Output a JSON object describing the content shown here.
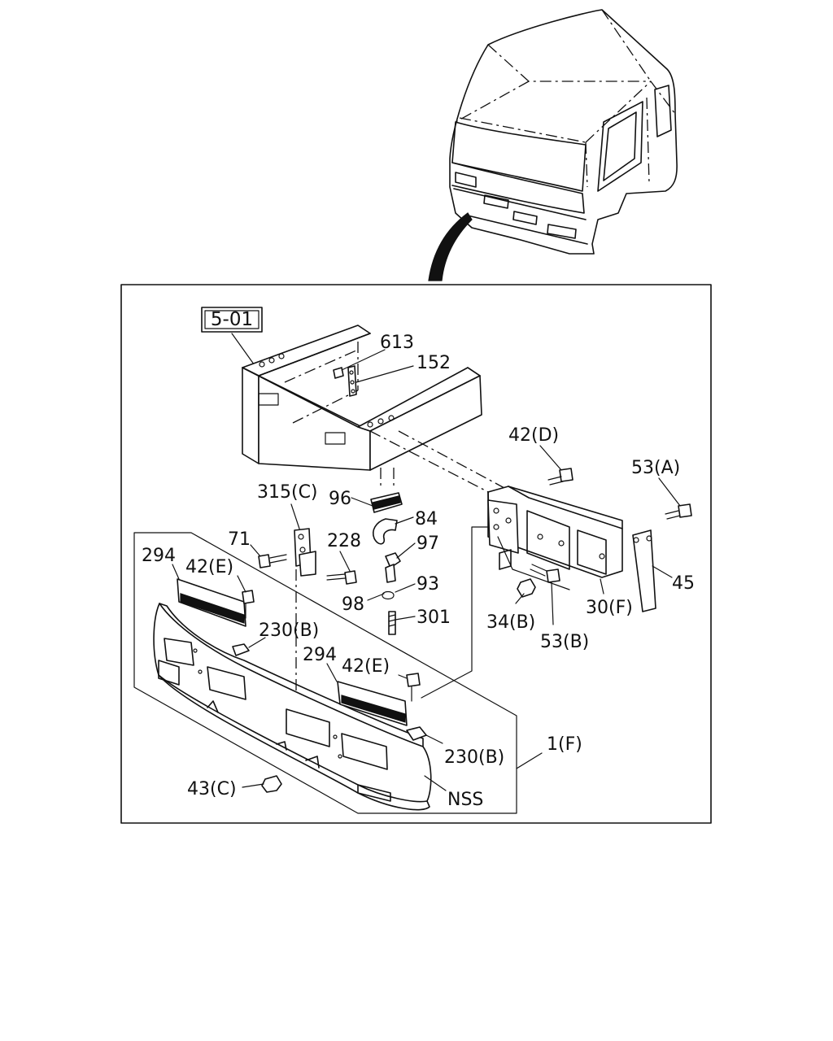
{
  "diagram": {
    "reference_box": "5-01",
    "callouts": {
      "c613": "613",
      "c152": "152",
      "c42d": "42(D)",
      "c53a": "53(A)",
      "c315c": "315(C)",
      "c96": "96",
      "c84": "84",
      "c71": "71",
      "c228": "228",
      "c97": "97",
      "c294a": "294",
      "c42ea": "42(E)",
      "c93": "93",
      "c98": "98",
      "c301": "301",
      "c34b": "34(B)",
      "c53b": "53(B)",
      "c30f": "30(F)",
      "c45": "45",
      "c230ba": "230(B)",
      "c294b": "294",
      "c42eb": "42(E)",
      "c230bb": "230(B)",
      "c1f": "1(F)",
      "c43c": "43(C)",
      "cnss": "NSS"
    }
  }
}
